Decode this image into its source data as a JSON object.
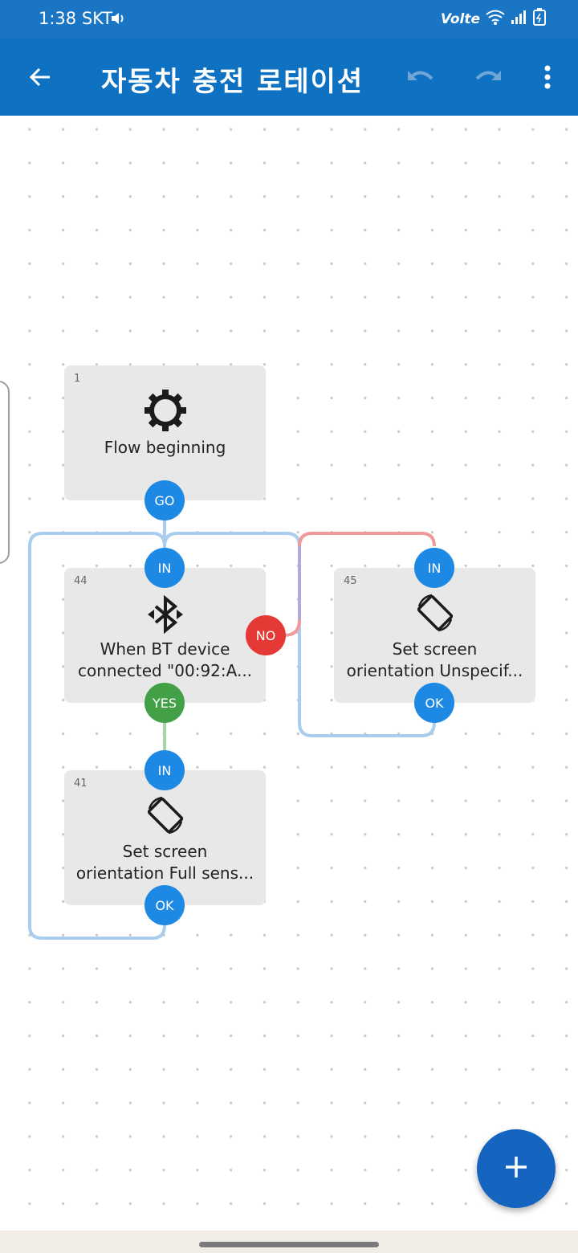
{
  "status_bar": {
    "time": "1:38 SKT",
    "network": "Volte"
  },
  "app_bar": {
    "title": "자동차 충전 로테이션",
    "icons": [
      "back-arrow-icon",
      "undo-icon",
      "redo-icon",
      "more-vert-icon"
    ]
  },
  "flow": {
    "nodes": [
      {
        "id": "1",
        "label": "Flow beginning",
        "icon": "gear-icon",
        "out_ports": [
          "GO"
        ]
      },
      {
        "id": "44",
        "line1": "When BT device",
        "line2": "connected \"00:92:A...",
        "icon": "bluetooth-icon",
        "in_port": "IN",
        "out_ports": [
          "YES",
          "NO"
        ]
      },
      {
        "id": "41",
        "line1": "Set screen",
        "line2": "orientation Full sens...",
        "icon": "screen-rotation-icon",
        "in_port": "IN",
        "out_ports": [
          "OK"
        ]
      },
      {
        "id": "45",
        "line1": "Set screen",
        "line2": "orientation Unspecif...",
        "icon": "screen-rotation-icon",
        "in_port": "IN",
        "out_ports": [
          "OK"
        ]
      }
    ]
  },
  "colors": {
    "appbar": "#0f71c2",
    "port_blue": "#1e88e5",
    "port_yes": "#43a047",
    "port_no": "#e53935",
    "wire_blue": "#a9cdef",
    "wire_green": "#a5d6a7",
    "wire_red": "#ef9a9a",
    "fab": "#1565c0"
  },
  "fab": {
    "icon": "plus-icon"
  }
}
